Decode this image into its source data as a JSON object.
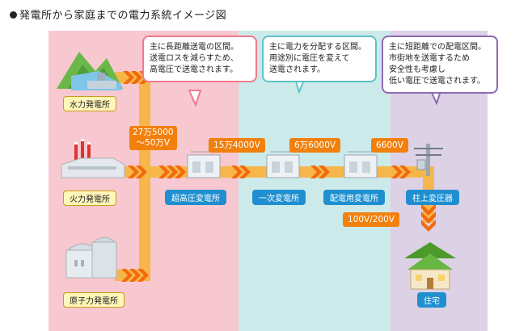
{
  "title": "発電所から家庭までの電力系統イメージ図",
  "callouts": {
    "transmission": "主に長距離送電の区間。\n送電ロスを減らすため、\n高電圧で送電されます。",
    "distribution": "主に電力を分配する区間。\n用途別に電圧を変えて\n送電されます。",
    "short": "主に短距離での配電区間。\n市街地を送電するため\n安全性も考慮し\n低い電圧で送電されます。"
  },
  "plants": {
    "hydro": "水力発電所",
    "thermal": "火力発電所",
    "nuclear": "原子力発電所"
  },
  "voltages": {
    "v1": "27万5000\n〜50万V",
    "v2": "15万4000V",
    "v3": "6万6000V",
    "v4": "6600V",
    "v5": "100V/200V"
  },
  "substations": {
    "ultra": "超高圧変電所",
    "primary": "一次変電所",
    "distribution": "配電用変電所",
    "pole": "柱上変圧器"
  },
  "house": "住宅",
  "colors": {
    "flow": "#f6b64a",
    "arrow": "#f26a0c",
    "label_bg": "#f2800c",
    "band_pink": "#f7c8cf",
    "band_cyan": "#cdeaea",
    "band_purple": "#ddd1e6",
    "substation_tag": "#1f8fd0",
    "plant_tag": "#fff6b8"
  }
}
